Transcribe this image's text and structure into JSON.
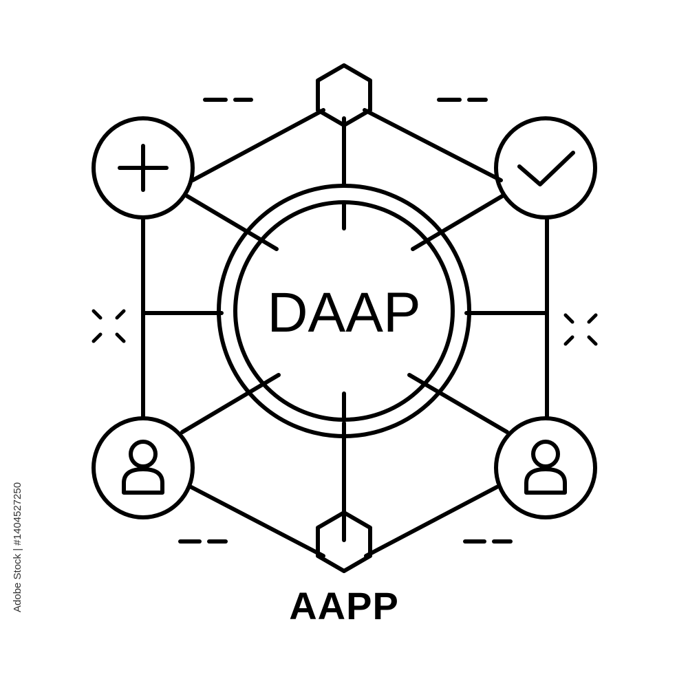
{
  "diagram": {
    "center_label": "DAAP",
    "bottom_label": "AAPP",
    "stock_id": "Adobe Stock | #1404527250",
    "nodes": [
      {
        "name": "plus-node",
        "icon": "plus-icon"
      },
      {
        "name": "check-node",
        "icon": "check-icon"
      },
      {
        "name": "user-node-left",
        "icon": "user-icon"
      },
      {
        "name": "user-node-right",
        "icon": "user-icon"
      },
      {
        "name": "hexagon-node-top",
        "icon": "hexagon-icon"
      },
      {
        "name": "hexagon-node-bottom",
        "icon": "hexagon-icon"
      }
    ],
    "colors": {
      "stroke": "#000000",
      "background": "#ffffff"
    }
  }
}
